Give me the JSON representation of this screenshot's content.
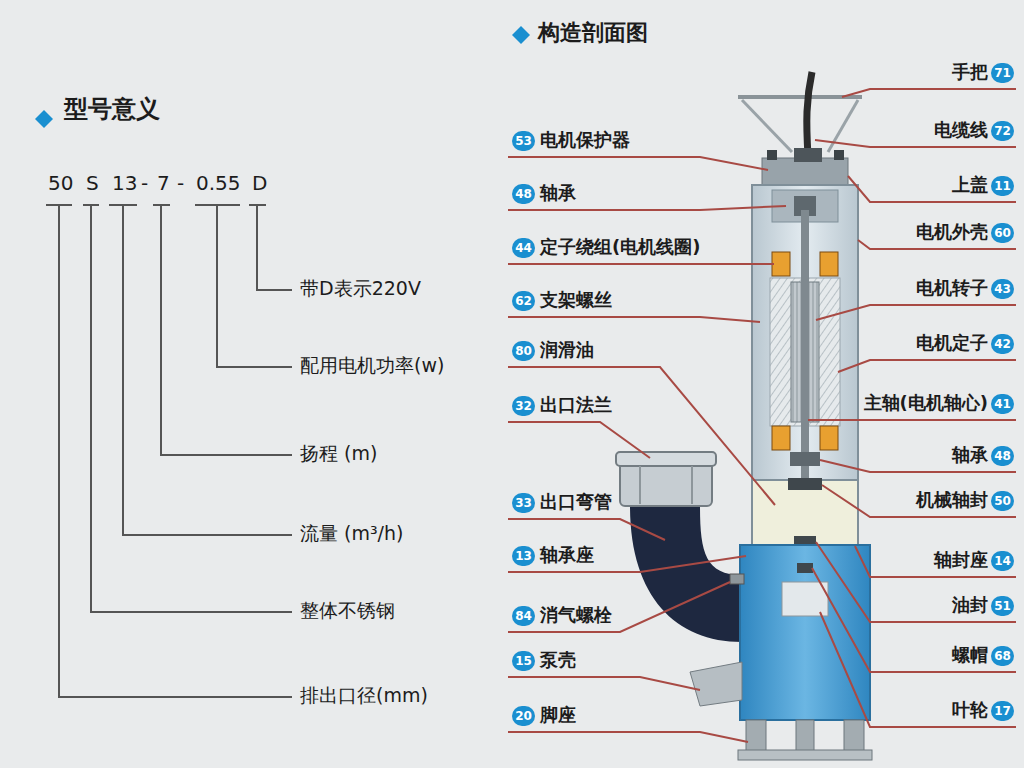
{
  "diagram": {
    "nodes": [
      {
        "text": [
          "53"
        ]
      },
      {
        "text": [
          "48"
        ]
      },
      {
        "text": [
          "44"
        ]
      },
      {
        "text": [
          "62"
        ]
      },
      {
        "text": [
          "80"
        ]
      },
      {
        "text": [
          "32"
        ]
      },
      {
        "text": [
          "33"
        ]
      },
      {
        "text": [
          "13"
        ]
      },
      {
        "text": [
          "84"
        ]
      },
      {
        "text": [
          "15"
        ]
      },
      {
        "text": [
          "20"
        ]
      },
      {
        "text": [
          "71"
        ]
      },
      {
        "text": [
          "72"
        ]
      },
      {
        "text": [
          "11"
        ]
      },
      {
        "text": [
          "60"
        ]
      },
      {
        "text": [
          "43"
        ]
      },
      {
        "text": [
          "42"
        ]
      },
      {
        "text": [
          "41"
        ]
      },
      {
        "text": [
          "48"
        ]
      },
      {
        "text": [
          "50"
        ]
      },
      {
        "text": [
          "14"
        ]
      },
      {
        "text": [
          "51"
        ]
      },
      {
        "text": [
          "68"
        ]
      },
      {
        "text": [
          "17"
        ]
      }
    ],
    "labels": [
      "型号意义",
      "50",
      "S",
      "13",
      "-",
      "7",
      "-",
      "0.55",
      "D",
      "带D表示220V",
      "配用电机功率(w)",
      "扬程 (m)",
      "流量 (m³/h)",
      "整体不锈钢",
      "排出口径(mm)",
      "构造剖面图",
      "电机保护器",
      "轴承",
      "定子绕组(电机线圈)",
      "支架螺丝",
      "润滑油",
      "出口法兰",
      "出口弯管",
      "轴承座",
      "消气螺栓",
      "泵壳",
      "脚座",
      "手把",
      "电缆线",
      "上盖",
      "电机外壳",
      "电机转子",
      "电机定子",
      "主轴(电机轴心)",
      "轴承",
      "机械轴封",
      "轴封座",
      "油封",
      "螺帽",
      "叶轮"
    ]
  }
}
